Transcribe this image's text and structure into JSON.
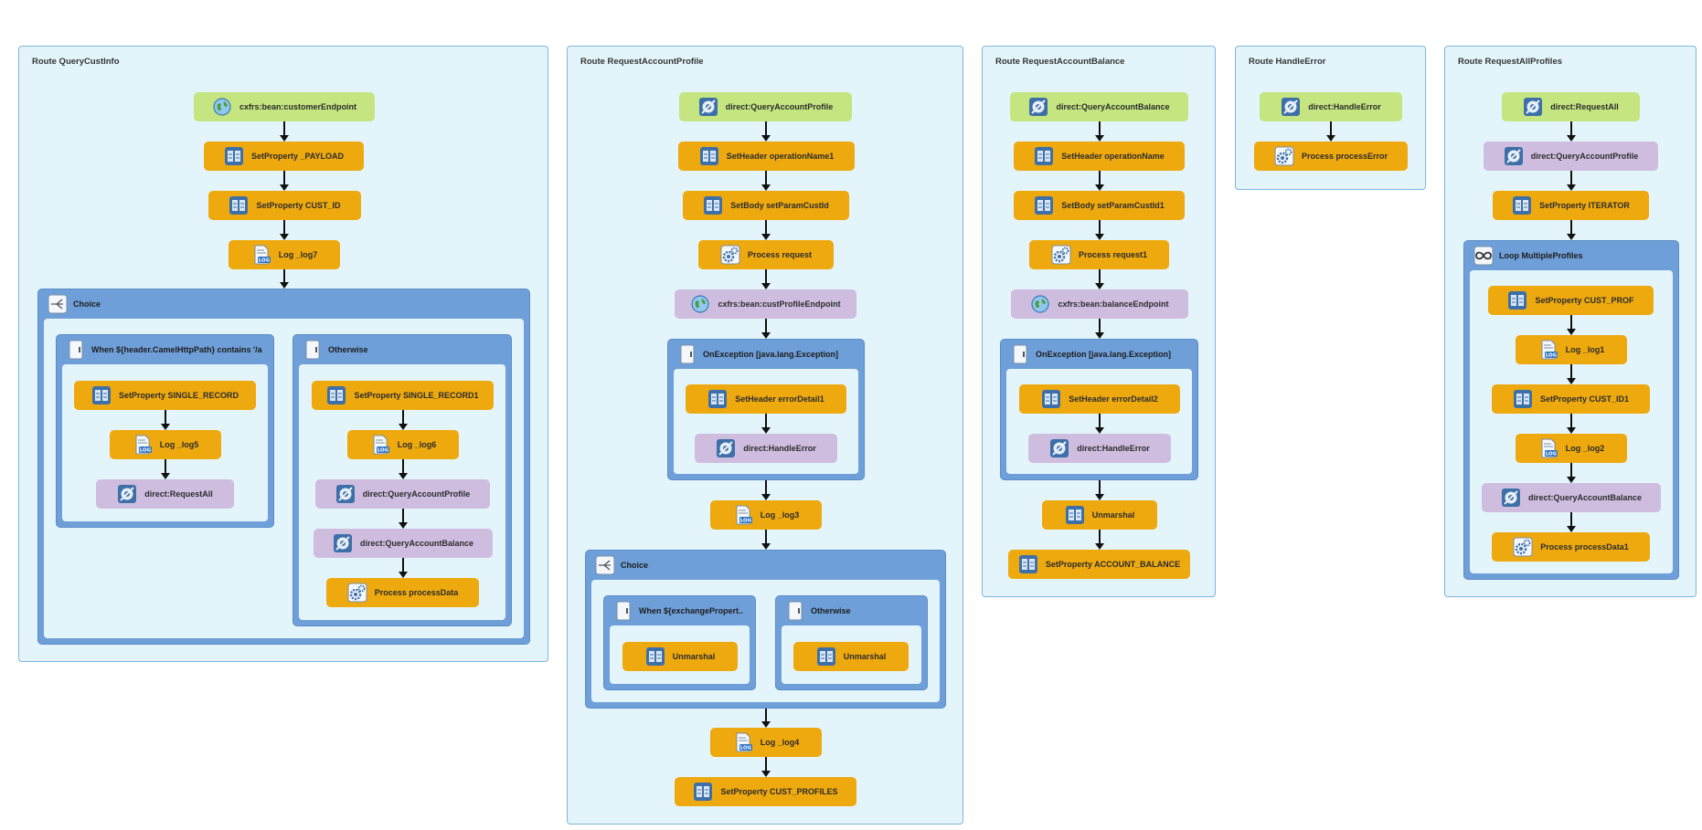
{
  "routes": {
    "r1": "Route QueryCustInfo",
    "r2": "Route RequestAccountProfile",
    "r3": "Route RequestAccountBalance",
    "r4": "Route HandleError",
    "r5": "Route RequestAllProfiles"
  },
  "nodes": {
    "r1_from": "cxfrs:bean:customerEndpoint",
    "r1_setprop_payload": "SetProperty _PAYLOAD",
    "r1_setprop_custid": "SetProperty CUST_ID",
    "r1_log7": "Log _log7",
    "r1_choice": "Choice",
    "r1_when": "When ${header.CamelHttpPath} contains '/a",
    "r1_when_setprop": "SetProperty SINGLE_RECORD",
    "r1_when_log5": "Log _log5",
    "r1_when_direct": "direct:RequestAll",
    "r1_otherwise": "Otherwise",
    "r1_oth_setprop": "SetProperty SINGLE_RECORD1",
    "r1_oth_log6": "Log _log6",
    "r1_oth_direct1": "direct:QueryAccountProfile",
    "r1_oth_direct2": "direct:QueryAccountBalance",
    "r1_oth_process": "Process processData",
    "r2_from": "direct:QueryAccountProfile",
    "r2_setheader": "SetHeader operationName1",
    "r2_setbody": "SetBody setParamCustId",
    "r2_process": "Process request",
    "r2_cxf": "cxfrs:bean:custProfileEndpoint",
    "r2_onexc": "OnException [java.lang.Exception]",
    "r2_exc_setheader": "SetHeader errorDetail1",
    "r2_exc_direct": "direct:HandleError",
    "r2_log3": "Log _log3",
    "r2_choice": "Choice",
    "r2_when": "When ${exchangePropert..",
    "r2_when_unmarshal": "Unmarshal",
    "r2_otherwise": "Otherwise",
    "r2_oth_unmarshal": "Unmarshal",
    "r2_log4": "Log _log4",
    "r2_setprop": "SetProperty CUST_PROFILES",
    "r3_from": "direct:QueryAccountBalance",
    "r3_setheader": "SetHeader operationName",
    "r3_setbody": "SetBody setParamCustId1",
    "r3_process": "Process request1",
    "r3_cxf": "cxfrs:bean:balanceEndpoint",
    "r3_onexc": "OnException [java.lang.Exception]",
    "r3_exc_setheader": "SetHeader errorDetail2",
    "r3_exc_direct": "direct:HandleError",
    "r3_unmarshal": "Unmarshal",
    "r3_setprop": "SetProperty ACCOUNT_BALANCE",
    "r4_from": "direct:HandleError",
    "r4_process": "Process processError",
    "r5_from": "direct:RequestAll",
    "r5_direct": "direct:QueryAccountProfile",
    "r5_setprop": "SetProperty ITERATOR",
    "r5_loop": "Loop MultipleProfiles",
    "r5_loop_setprop": "SetProperty CUST_PROF",
    "r5_loop_log1": "Log _log1",
    "r5_loop_setprop2": "SetProperty CUST_ID1",
    "r5_loop_log2": "Log _log2",
    "r5_loop_direct": "direct:QueryAccountBalance",
    "r5_loop_process": "Process processData1"
  },
  "icon_names": {
    "globe": "globe-icon",
    "endpoint": "endpoint-icon",
    "property": "property-icon",
    "log": "log-icon",
    "gear": "gear-icon",
    "choice": "choice-icon",
    "when": "when-icon",
    "loop": "loop-icon"
  },
  "colors": {
    "route_bg": "#e3f5fb",
    "route_border": "#7fb6dd",
    "container_header": "#6f9fd8",
    "node_processor": "#eea90f",
    "node_from": "#c4e57f",
    "node_endpoint": "#cfbde0"
  }
}
